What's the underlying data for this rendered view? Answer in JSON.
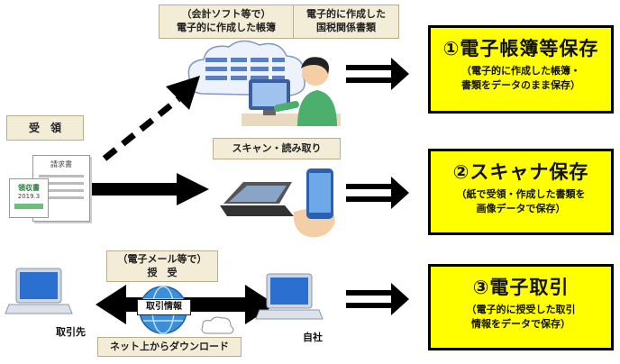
{
  "top_left_label": {
    "line1": "（会計ソフト等で）",
    "line2": "電子的に作成した帳簿"
  },
  "top_mid_label": {
    "line1": "電子的に作成した",
    "line2": "国税関係書類"
  },
  "receive_label": "受　領",
  "scan_label": "スキャン・読み取り",
  "email_label": {
    "line1": "（電子メール等で）",
    "line2": "授　受"
  },
  "trade_info_label": "取引情報",
  "download_label": "ネット上からダウンロード",
  "counterparty_label": "取引先",
  "own_company_label": "自社",
  "invoice_label": "請求書",
  "receipt_label": {
    "line1": "領収書",
    "line2": "2019.3"
  },
  "boxes": [
    {
      "title": "①電子帳簿等保存",
      "sub1": "（電子的に作成した帳簿・",
      "sub2": "書類をデータのまま保存）"
    },
    {
      "title": "②スキャナ保存",
      "sub1": "（紙で受領・作成した書類を",
      "sub2": "画像データで保存）"
    },
    {
      "title": "③電子取引",
      "sub1": "（電子的に授受した取引",
      "sub2": "情報をデータで保存）"
    }
  ],
  "colors": {
    "box_fill": "#ffff00",
    "label_fill": "#f3ecd6",
    "arrow": "#000000"
  }
}
